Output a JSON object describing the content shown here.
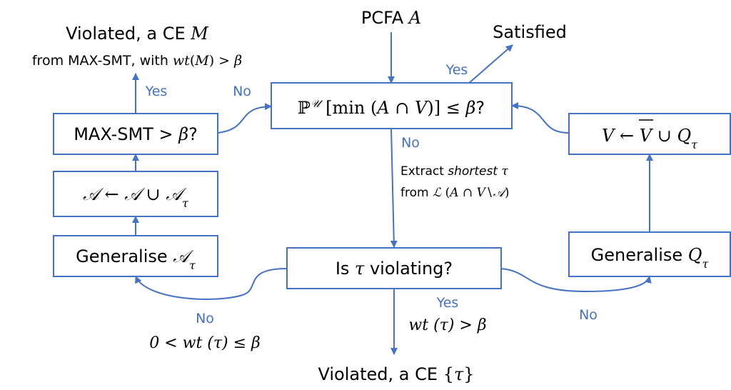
{
  "nodes": {
    "input": "PCFA A",
    "satisfied": "Satisfied",
    "violated_top_line1": "Violated, a CE M",
    "violated_top_line2": "from MAX-SMT, with wt(M) > β",
    "check_prob": "ℙ^𝒰 [min (A ∩ V)] ≤ β?",
    "max_smt": "MAX-SMT > β?",
    "update_a": "𝒜 ← 𝒜 ∪ 𝒜_τ",
    "generalise_a": "Generalise 𝒜_τ",
    "is_violating": "Is τ violating?",
    "update_v": "V ← V̅ ∪ Q_τ",
    "generalise_q": "Generalise Q_τ",
    "violated_bottom": "Violated, a CE {τ}"
  },
  "edge_labels": {
    "yes_satisfied": "Yes",
    "no_check": "No",
    "extract_line1": "Extract shortest τ",
    "extract_line2": "from ℒ (A ∩ V∖𝒜)",
    "yes_maxsmt": "Yes",
    "no_maxsmt": "No",
    "yes_violating": "Yes",
    "yes_cond": "wt (τ) > β",
    "no_left": "No",
    "no_left_cond": "0 < wt (τ) ≤ β",
    "no_right": "No"
  },
  "colors": {
    "accent": "#4472c4",
    "text": "#000000",
    "background": "#ffffff"
  }
}
